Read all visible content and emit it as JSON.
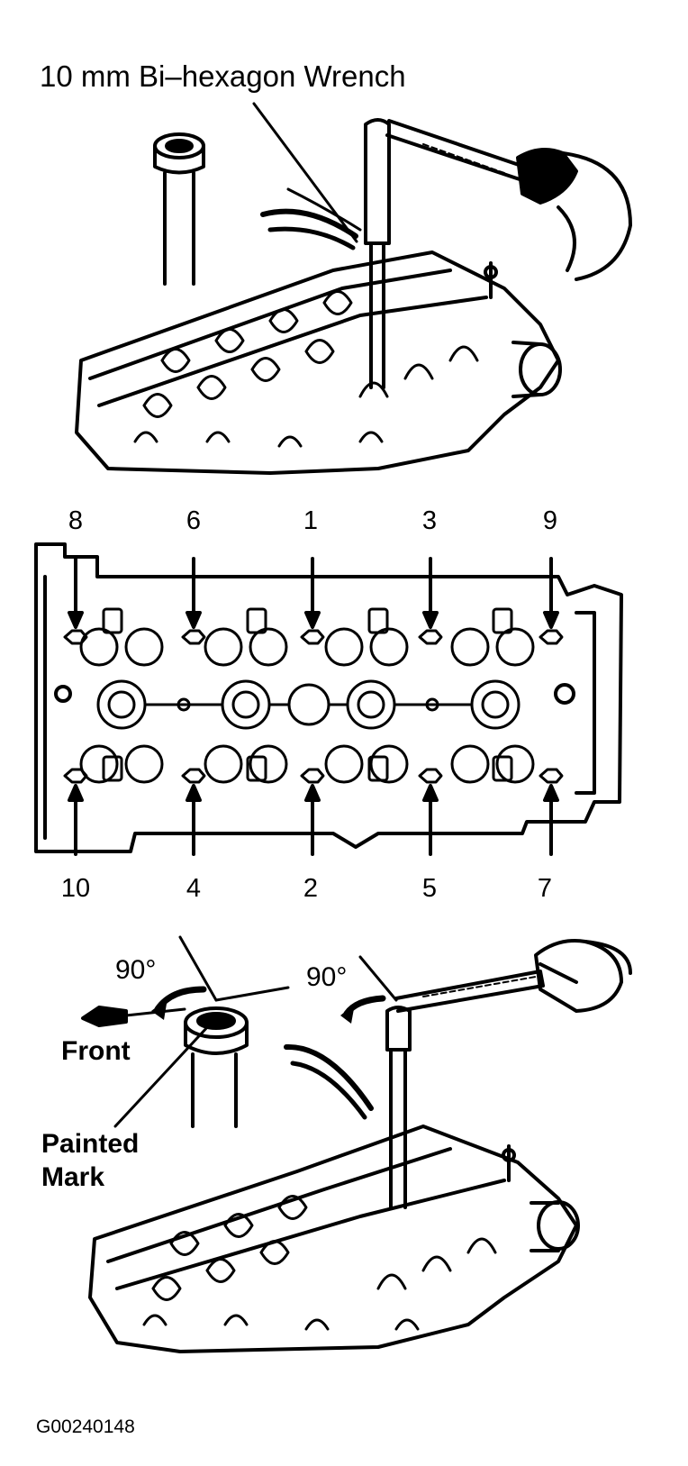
{
  "top": {
    "wrench_label": "10 mm Bi–hexagon Wrench"
  },
  "plan": {
    "top_numbers": [
      "8",
      "6",
      "1",
      "3",
      "9"
    ],
    "bottom_numbers": [
      "10",
      "4",
      "2",
      "5",
      "7"
    ]
  },
  "bottom": {
    "angle_left": "90°",
    "angle_right": "90°",
    "front_label": "Front",
    "painted_line1": "Painted",
    "painted_line2": "Mark"
  },
  "figure_id": "G00240148"
}
